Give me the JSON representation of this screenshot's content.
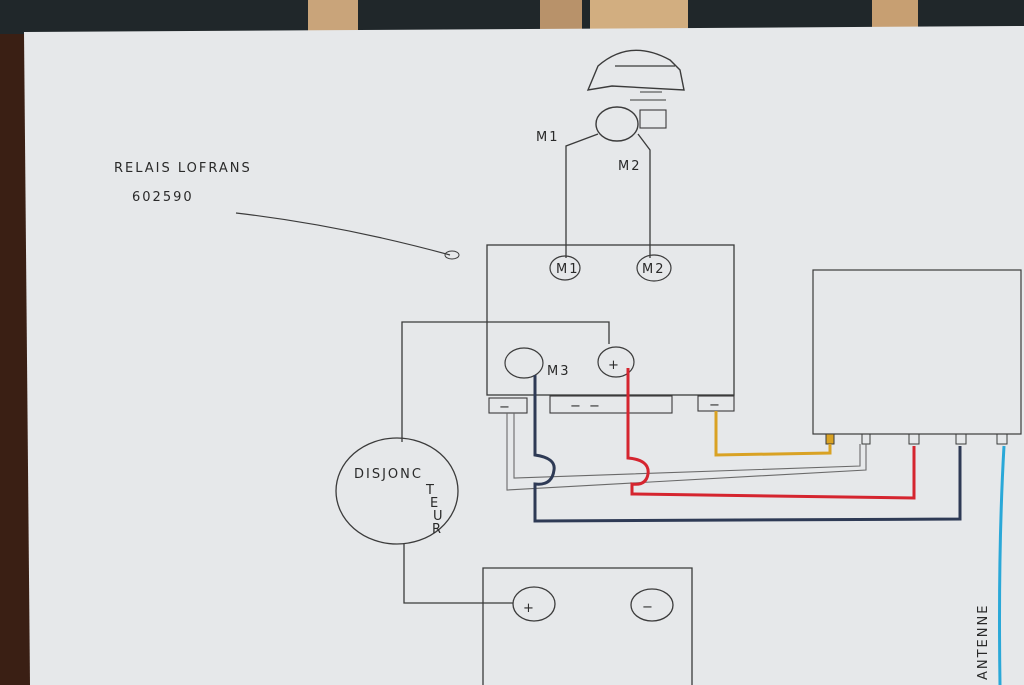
{
  "labels": {
    "relay_name": "RELAIS LOFRANS",
    "relay_code": "602590",
    "motor_m1": "M1",
    "motor_m2": "M2",
    "terminal_m1": "M1",
    "terminal_m2": "M2",
    "terminal_m3": "M3",
    "terminal_plus": "+",
    "breaker_main": "DISJONC",
    "breaker_tail": [
      "T",
      "E",
      "U",
      "R"
    ],
    "battery_plus": "+",
    "battery_minus": "−",
    "relay_minus_1": "−",
    "relay_minus_2": "− −",
    "relay_minus_3": "−",
    "antenna": "ANTENNE"
  },
  "colors": {
    "paper": "#e6e8ea",
    "ink": "#3b3b3b",
    "wire_yellow": "#d9a224",
    "wire_red": "#d5252f",
    "wire_navy": "#2e3a55",
    "wire_cyan": "#2aa8d8",
    "table_wood": "#3a1f14"
  }
}
